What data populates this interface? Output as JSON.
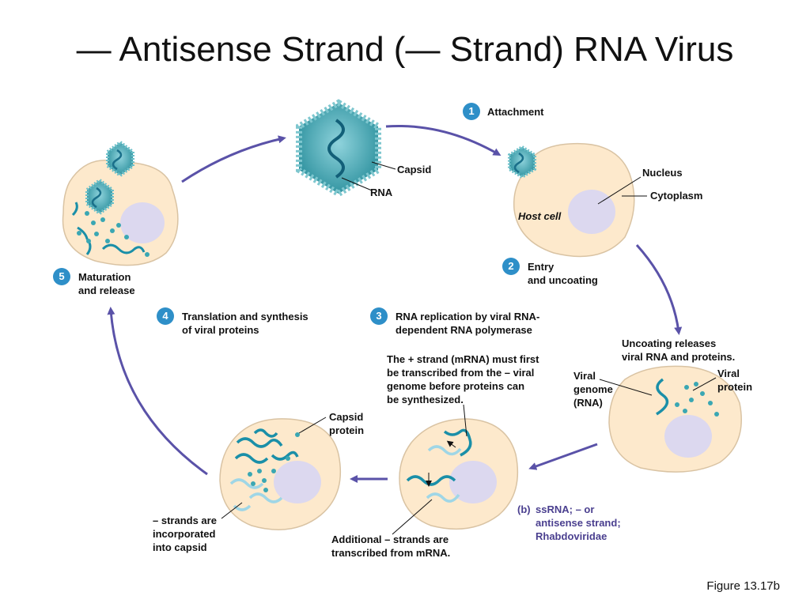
{
  "title": "— Antisense Strand (— Strand) RNA Virus",
  "steps": [
    {
      "num": "1",
      "label": "Attachment"
    },
    {
      "num": "2",
      "label_line1": "Entry",
      "label_line2": "and uncoating"
    },
    {
      "num": "3",
      "label_line1": "RNA replication by viral RNA-",
      "label_line2": "dependent RNA polymerase"
    },
    {
      "num": "4",
      "label_line1": "Translation and synthesis",
      "label_line2": "of viral proteins"
    },
    {
      "num": "5",
      "label_line1": "Maturation",
      "label_line2": "and release"
    }
  ],
  "labels": {
    "capsid": "Capsid",
    "rna": "RNA",
    "nucleus": "Nucleus",
    "cytoplasm": "Cytoplasm",
    "host_cell": "Host cell",
    "uncoating_line1": "Uncoating releases",
    "uncoating_line2": "viral RNA and proteins.",
    "viral_genome_line1": "Viral",
    "viral_genome_line2": "genome",
    "viral_genome_line3": "(RNA)",
    "viral_protein_line1": "Viral",
    "viral_protein_line2": "protein",
    "plus_strand_line1": "The + strand (mRNA) must first",
    "plus_strand_line2": "be transcribed from the – viral",
    "plus_strand_line3": "genome before proteins can",
    "plus_strand_line4": "be synthesized.",
    "capsid_protein_line1": "Capsid",
    "capsid_protein_line2": "protein",
    "minus_incorporated_line1": "– strands are",
    "minus_incorporated_line2": "incorporated",
    "minus_incorporated_line3": "into capsid",
    "additional_line1": "Additional – strands are",
    "additional_line2": "transcribed from mRNA.",
    "caption_letter": "(b)",
    "caption_line1": "ssRNA; – or",
    "caption_line2": "antisense strand;",
    "caption_line3": "Rhabdoviridae",
    "figure": "Figure 13.17b"
  },
  "colors": {
    "cell_fill": "#fde9cc",
    "cell_stroke": "#d9c3a3",
    "nucleus": "#dcd8ef",
    "rna": "#1a8fa8",
    "rna_light": "#9fd6e6",
    "capsid": "#3aa7b3",
    "arrow": "#5a52a8",
    "badge": "#2e8fc8",
    "caption": "#4a3f8f"
  }
}
